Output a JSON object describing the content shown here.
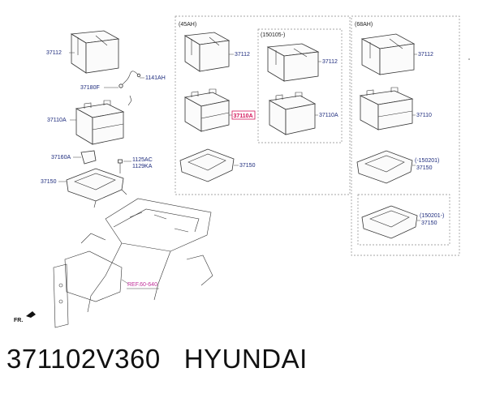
{
  "labels": {
    "top_box_left": "37112",
    "sensor_1": "1141AH",
    "sensor_2": "37180F",
    "battery_left": "37110A",
    "clamp": "37160A",
    "bolt_1": "1125AC",
    "bolt_2": "1129KA",
    "tray_left": "37150",
    "group_45": "(45AH)",
    "box_45": "37112",
    "battery_45": "37110A",
    "tray_45": "37150",
    "group_150105": "(150105-)",
    "box_150105": "37112",
    "battery_150105": "37110A",
    "group_68": "(68AH)",
    "box_68": "37112",
    "battery_68": "37110",
    "tray_68_code": "(-150201)",
    "tray_68": "37150",
    "tray_68b_code": "(150201-)",
    "tray_68b": "37150",
    "ref": "REF.60-640",
    "fr": "FR."
  },
  "caption": {
    "part_number": "371102V360",
    "brand": "HYUNDAI"
  }
}
